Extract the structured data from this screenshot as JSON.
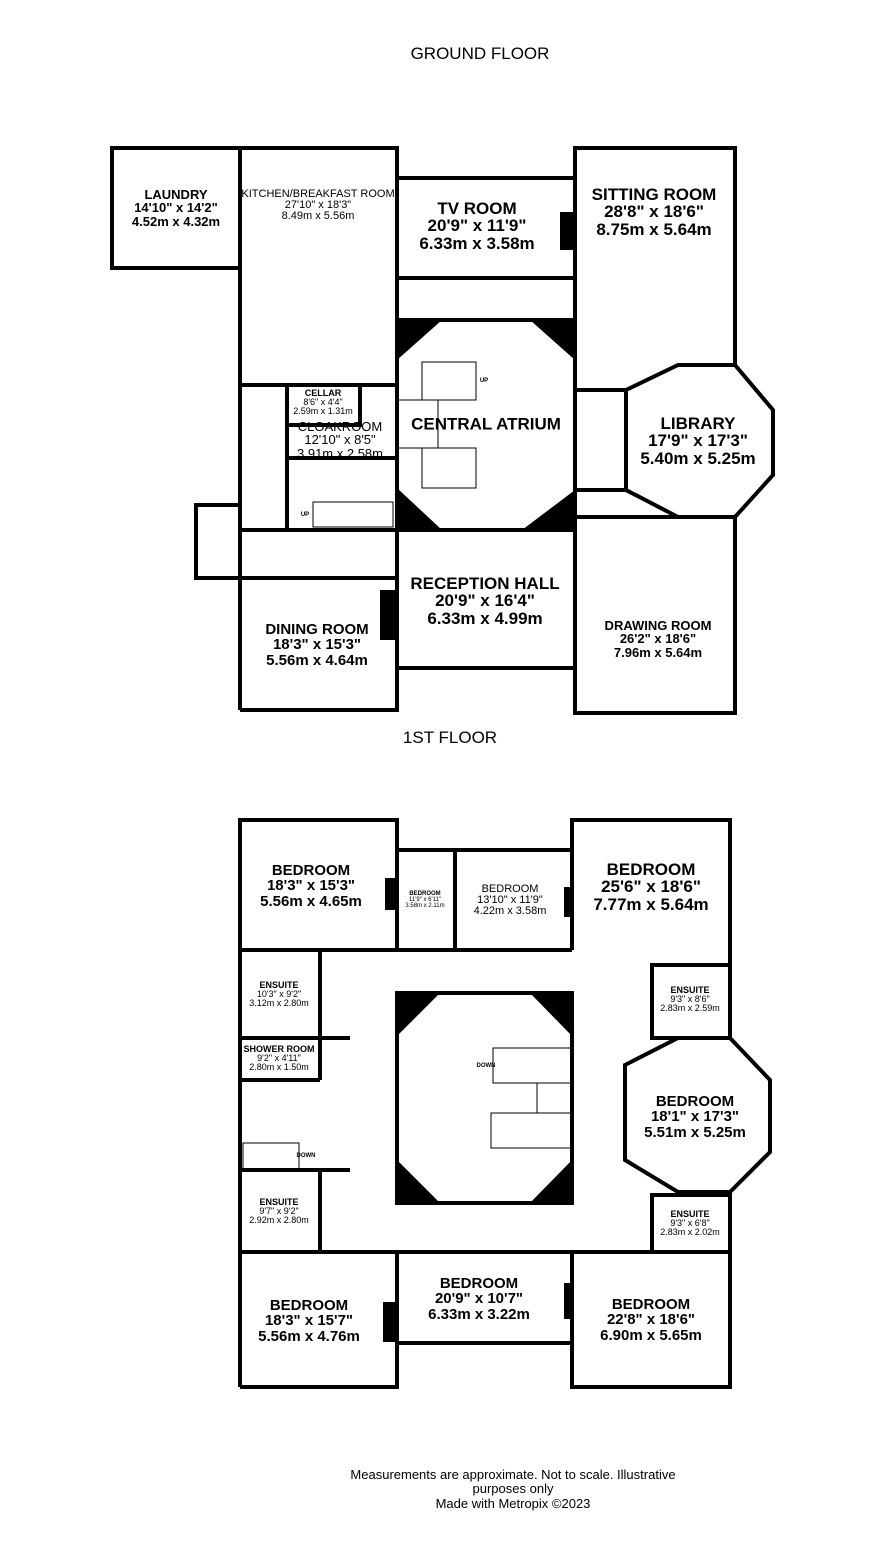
{
  "ground_floor": {
    "title": "GROUND FLOOR",
    "rooms": [
      {
        "name": "LAUNDRY",
        "imperial": "14'10\"  x 14'2\"",
        "metric": "4.52m  x 4.32m"
      },
      {
        "name": "KITCHEN/BREAKFAST ROOM",
        "imperial": "27'10\"  x 18'3\"",
        "metric": "8.49m  x 5.56m"
      },
      {
        "name": "TV ROOM",
        "imperial": "20'9\"  x 11'9\"",
        "metric": "6.33m  x 3.58m"
      },
      {
        "name": "SITTING ROOM",
        "imperial": "28'8\"  x 18'6\"",
        "metric": "8.75m  x 5.64m"
      },
      {
        "name": "CELLAR",
        "imperial": "8'6\"  x 4'4\"",
        "metric": "2.59m  x 1.31m"
      },
      {
        "name": "CLOAKROOM",
        "imperial": "12'10\"  x 8'5\"",
        "metric": "3.91m  x 2.58m"
      },
      {
        "name": "CENTRAL ATRIUM"
      },
      {
        "name": "LIBRARY",
        "imperial": "17'9\"  x 17'3\"",
        "metric": "5.40m  x 5.25m"
      },
      {
        "name": "RECEPTION HALL",
        "imperial": "20'9\"  x 16'4\"",
        "metric": "6.33m  x 4.99m"
      },
      {
        "name": "DINING ROOM",
        "imperial": "18'3\"  x 15'3\"",
        "metric": "5.56m  x 4.64m"
      },
      {
        "name": "DRAWING ROOM",
        "imperial": "26'2\"  x 18'6\"",
        "metric": "7.96m  x 5.64m"
      }
    ],
    "stair_labels": [
      "UP",
      "UP"
    ]
  },
  "first_floor": {
    "title": "1ST FLOOR",
    "rooms": [
      {
        "name": "BEDROOM",
        "imperial": "18'3\"  x 15'3\"",
        "metric": "5.56m  x 4.65m"
      },
      {
        "name": "BEDROOM",
        "imperial": "11'9\"  x 6'11\"",
        "metric": "3.58m  x 2.11m"
      },
      {
        "name": "BEDROOM",
        "imperial": "13'10\"  x 11'9\"",
        "metric": "4.22m  x 3.58m"
      },
      {
        "name": "BEDROOM",
        "imperial": "25'6\"  x 18'6\"",
        "metric": "7.77m  x 5.64m"
      },
      {
        "name": "ENSUITE",
        "imperial": "10'3\"  x 9'2\"",
        "metric": "3.12m  x 2.80m"
      },
      {
        "name": "SHOWER ROOM",
        "imperial": "9'2\"  x 4'11\"",
        "metric": "2.80m  x 1.50m"
      },
      {
        "name": "ENSUITE",
        "imperial": "9'3\"  x 8'6\"",
        "metric": "2.83m  x 2.59m"
      },
      {
        "name": "BEDROOM",
        "imperial": "18'1\"  x 17'3\"",
        "metric": "5.51m  x 5.25m"
      },
      {
        "name": "ENSUITE",
        "imperial": "9'7\"  x 9'2\"",
        "metric": "2.92m  x 2.80m"
      },
      {
        "name": "ENSUITE",
        "imperial": "9'3\"  x 6'8\"",
        "metric": "2.83m  x 2.02m"
      },
      {
        "name": "BEDROOM",
        "imperial": "18'3\"  x 15'7\"",
        "metric": "5.56m  x 4.76m"
      },
      {
        "name": "BEDROOM",
        "imperial": "20'9\"  x 10'7\"",
        "metric": "6.33m  x 3.22m"
      },
      {
        "name": "BEDROOM",
        "imperial": "22'8\"  x 18'6\"",
        "metric": "6.90m  x 5.65m"
      }
    ],
    "stair_labels": [
      "DOWN",
      "DOWN"
    ]
  },
  "footer": {
    "disclaimer": "Measurements are approximate.  Not to scale.  Illustrative purposes only",
    "credit": "Made with Metropix ©2023"
  }
}
